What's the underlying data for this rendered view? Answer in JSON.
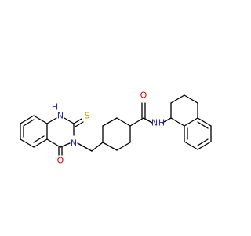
{
  "colors": {
    "background": "#ffffff",
    "bond": "#000000",
    "nitrogen": "#2a2ab4",
    "oxygen": "#e00000",
    "sulfur": "#b8a000"
  },
  "labels": {
    "n1h": "H",
    "n1": "N",
    "s": "S",
    "n3": "N",
    "o4": "O",
    "o_amide": "O",
    "n_amide": "N",
    "h_amide": "H"
  }
}
